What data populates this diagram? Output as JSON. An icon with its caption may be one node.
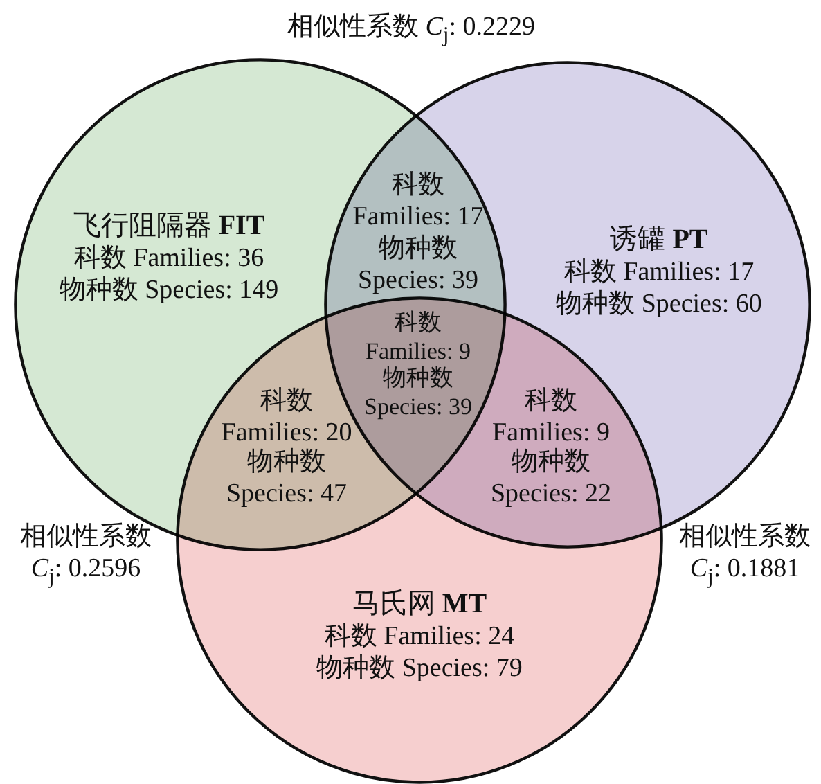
{
  "diagram": {
    "nodes": [
      {
        "text": [
          "飞行阻隔器 **FIT**",
          "科数 Families: 36",
          "物种数 Species: 149"
        ]
      },
      {
        "text": [
          "诱罐 **PT**",
          "科数 Families: 17",
          "物种数 Species: 60"
        ]
      },
      {
        "text": [
          "马氏网 **MT**",
          "科数 Families: 24",
          "物种数 Species: 79"
        ]
      }
    ],
    "labels": [
      "相似性系数 *C*$_{j}$: 0.2229",
      "科数 Families: 17",
      "物种数 Species: 39",
      "科数 Families: 9",
      "物种数 Species: 39",
      "科数 Families: 20",
      "物种数 Species: 47",
      "科数 Families: 9",
      "物种数 Species: 22",
      "相似性系数 *C*$_{j}$: 0.2596",
      "相似性系数 *C*$_{j}$: 0.1881"
    ]
  }
}
